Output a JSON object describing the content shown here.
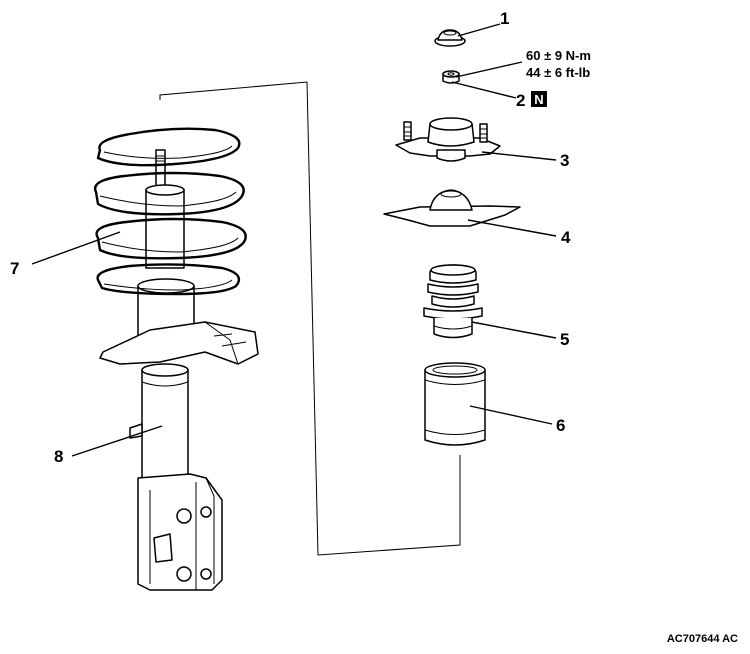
{
  "diagram": {
    "callouts": [
      {
        "id": "1",
        "label": "1"
      },
      {
        "id": "2",
        "label": "2",
        "badge": "N"
      },
      {
        "id": "3",
        "label": "3"
      },
      {
        "id": "4",
        "label": "4"
      },
      {
        "id": "5",
        "label": "5"
      },
      {
        "id": "6",
        "label": "6"
      },
      {
        "id": "7",
        "label": "7"
      },
      {
        "id": "8",
        "label": "8"
      }
    ],
    "torque_spec": {
      "line1": "60 ± 9 N-m",
      "line2": "44 ± 6 ft-lb"
    },
    "figure_code": "AC707644 AC"
  }
}
